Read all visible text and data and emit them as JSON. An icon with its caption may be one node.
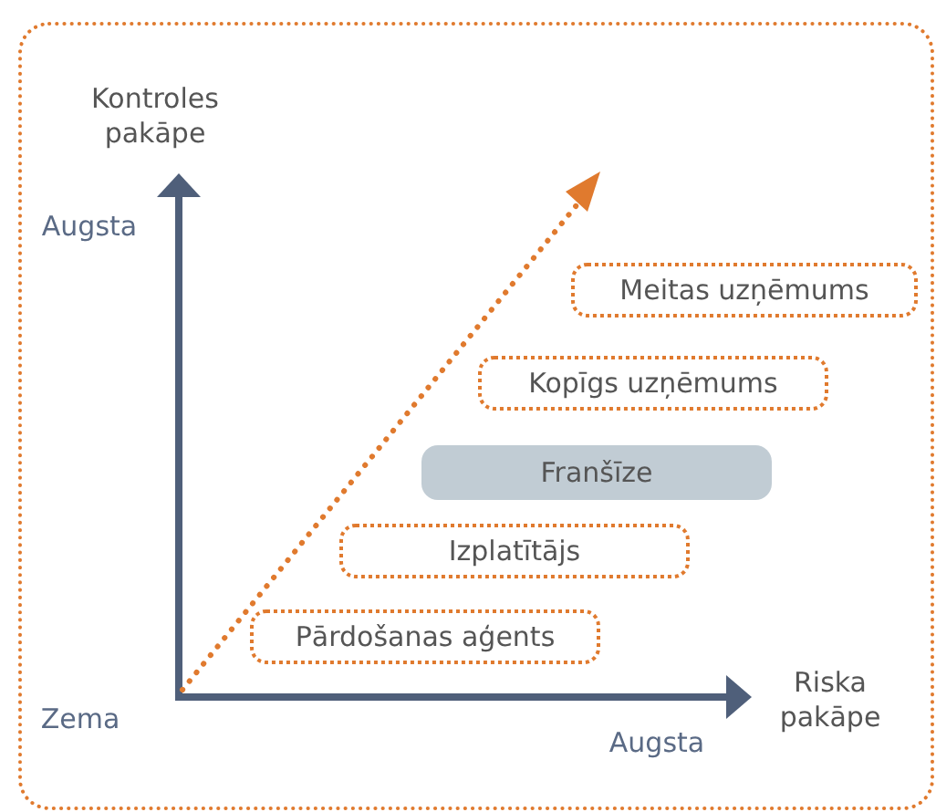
{
  "diagram": {
    "nodes": [
      {
        "text": [
          "Meitas uzņēmums"
        ]
      },
      {
        "text": [
          "Kopīgs uzņēmums"
        ]
      },
      {
        "text": [
          "Franšīze"
        ]
      },
      {
        "text": [
          "Izplatītājs"
        ]
      },
      {
        "text": [
          "Pārdošanas aģents"
        ]
      }
    ],
    "labels": [
      "Kontroles pakāpe",
      "Augsta",
      "Zema",
      "Riska pakāpe",
      "Augsta"
    ]
  }
}
